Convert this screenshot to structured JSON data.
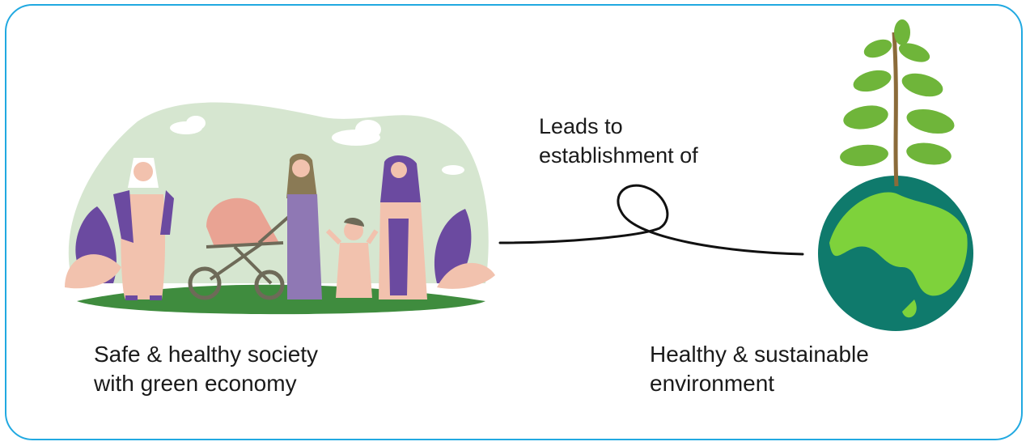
{
  "left_caption": {
    "line1": "Safe & healthy society",
    "line2": "with green economy"
  },
  "connector_caption": {
    "line1": "Leads to",
    "line2": "establishment of"
  },
  "right_caption": {
    "line1": "Healthy & sustainable",
    "line2": "environment"
  },
  "colors": {
    "frame": "#21a9e1",
    "backdrop": "#d6e6d0",
    "grass": "#3f8c3e",
    "purple": "#6b4aa0",
    "skin": "#f2c2ae",
    "globe_ocean": "#0f7a6c",
    "globe_land": "#7ed23b",
    "leaf": "#6fb53a"
  }
}
